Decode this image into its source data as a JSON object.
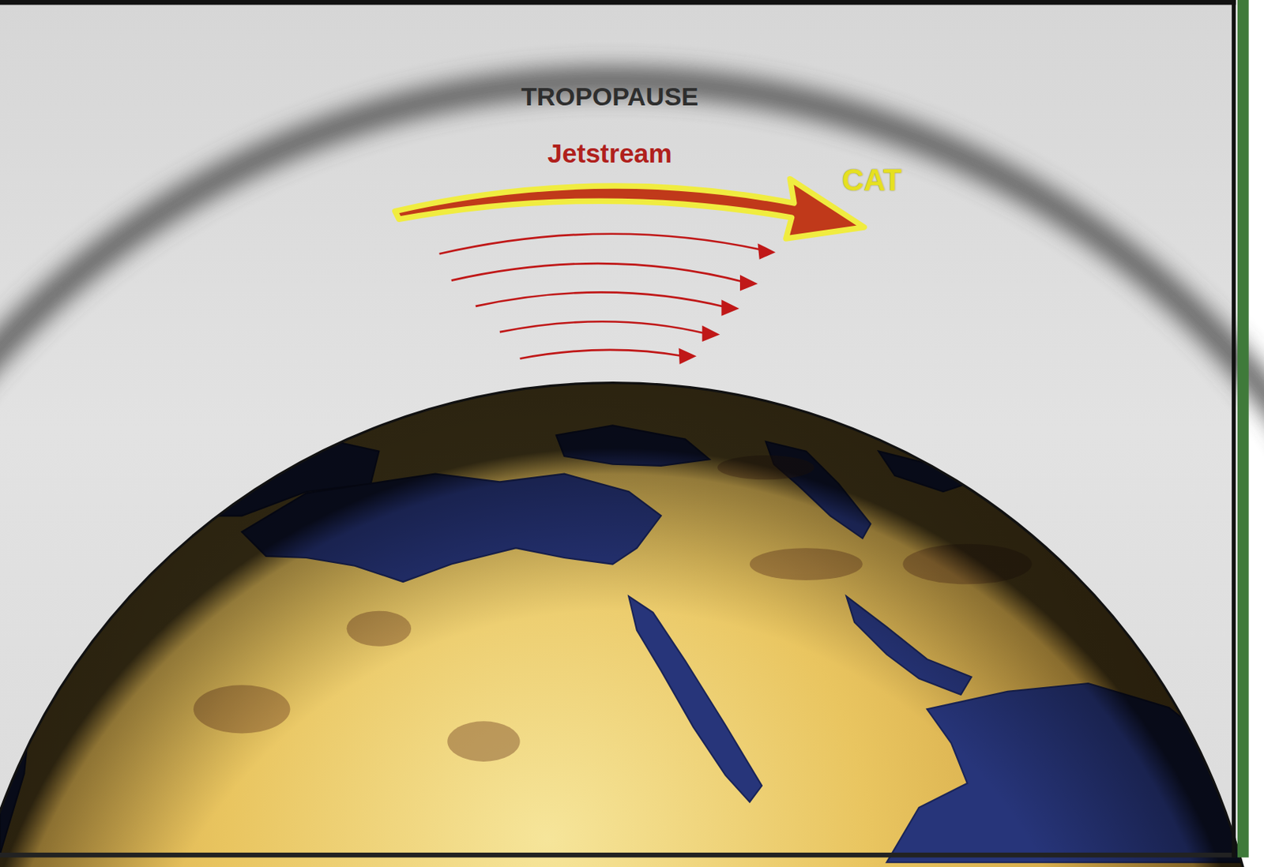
{
  "diagram": {
    "labels": [
      "TROPOPAUSE",
      "Jetstream",
      "CAT"
    ]
  }
}
